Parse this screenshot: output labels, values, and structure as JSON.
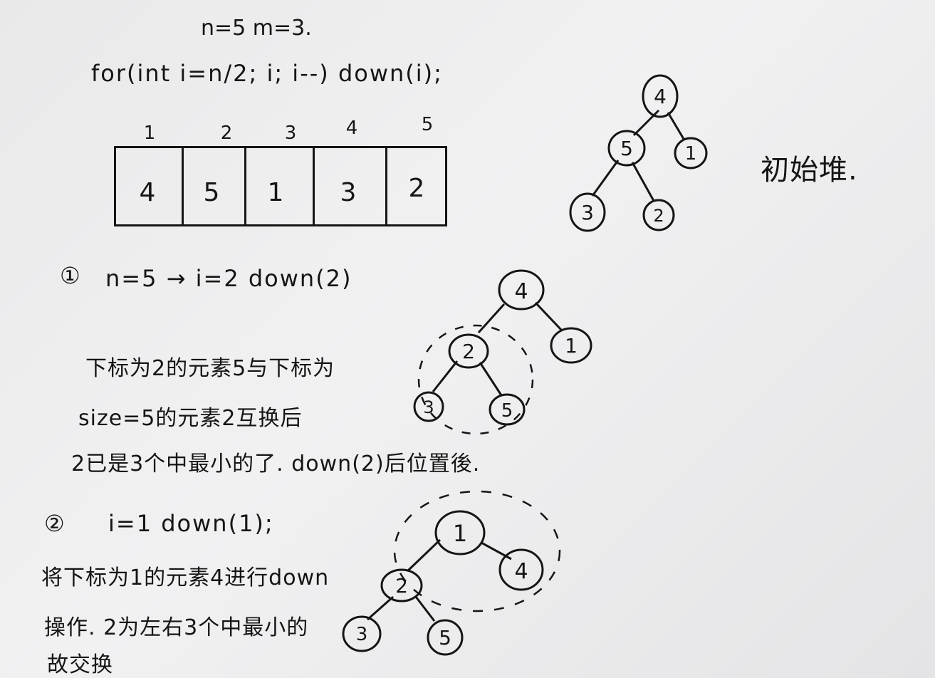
{
  "header": {
    "params": "n=5    m=3.",
    "code": "for(int i=n/2; i; i--) down(i);"
  },
  "array": {
    "indices": [
      "1",
      "2",
      "3",
      "4",
      "5"
    ],
    "values": [
      "4",
      "5",
      "1",
      "3",
      "2"
    ]
  },
  "initial_heap": {
    "label": "初始堆.",
    "nodes": [
      "4",
      "5",
      "1",
      "3",
      "2"
    ]
  },
  "step1": {
    "marker": "①",
    "text": "n=5 → i=2    down(2)",
    "note_lines": [
      "下标为2的元素5与下标为",
      "size=5的元素2互换后",
      "2已是3个中最小的了. down(2)后位置後."
    ],
    "tree_nodes": [
      "4",
      "2",
      "1",
      "3",
      "5"
    ]
  },
  "step2": {
    "marker": "②",
    "text": "i=1    down(1);",
    "note_lines": [
      "将下标为1的元素4进行down",
      "操作. 2为左右3个中最小的",
      "故交换"
    ],
    "tree_nodes": [
      "1",
      "2",
      "4",
      "3",
      "5"
    ]
  }
}
